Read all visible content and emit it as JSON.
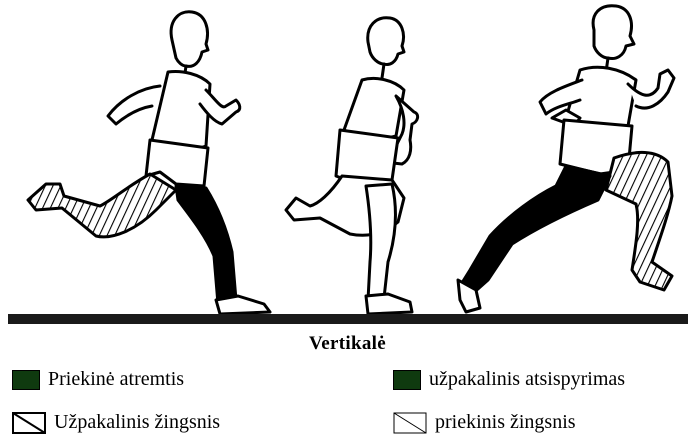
{
  "title": "Vertikalė",
  "colors": {
    "support_fill": "#0f3a0f",
    "ink": "#000000",
    "ground": "#1a1a1a"
  },
  "figures": [
    {
      "name": "runner-figure-1",
      "stance": "front-support"
    },
    {
      "name": "runner-figure-2",
      "stance": "vertical"
    },
    {
      "name": "runner-figure-3",
      "stance": "push-off"
    }
  ],
  "legend": [
    {
      "label": "Priekinė atremtis",
      "symbol": "solid-swatch"
    },
    {
      "label": "užpakalinis atsispyrimas",
      "symbol": "solid-swatch"
    },
    {
      "label": "Užpakalinis žingsnis",
      "symbol": "hatch-swatch-bold"
    },
    {
      "label": "priekinis žingsnis",
      "symbol": "hatch-swatch-thin"
    }
  ]
}
